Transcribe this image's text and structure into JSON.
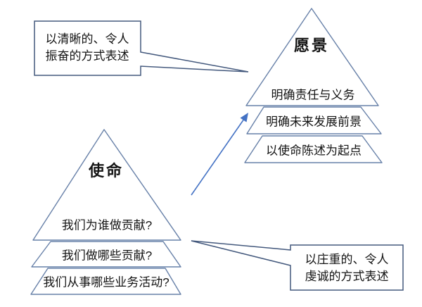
{
  "colors": {
    "shape_outline": "#6780a8",
    "callout_outline": "#44597d",
    "arrow": "#4472c4",
    "text": "#141414"
  },
  "vision_pyramid": {
    "title": "愿景",
    "layers": [
      "明确责任与义务",
      "明确未来发展前景",
      "以使命陈述为起点"
    ]
  },
  "mission_pyramid": {
    "title": "使命",
    "layers": [
      "我们为谁做贡献?",
      "我们做哪些贡献?",
      "我们从事哪些业务活动?"
    ]
  },
  "callouts": {
    "top_left": {
      "lines": [
        "以清晰的、令人",
        "振奋的方式表述"
      ]
    },
    "bottom_right": {
      "lines": [
        "以庄重的、令人",
        "虔诚的方式表述"
      ]
    }
  }
}
